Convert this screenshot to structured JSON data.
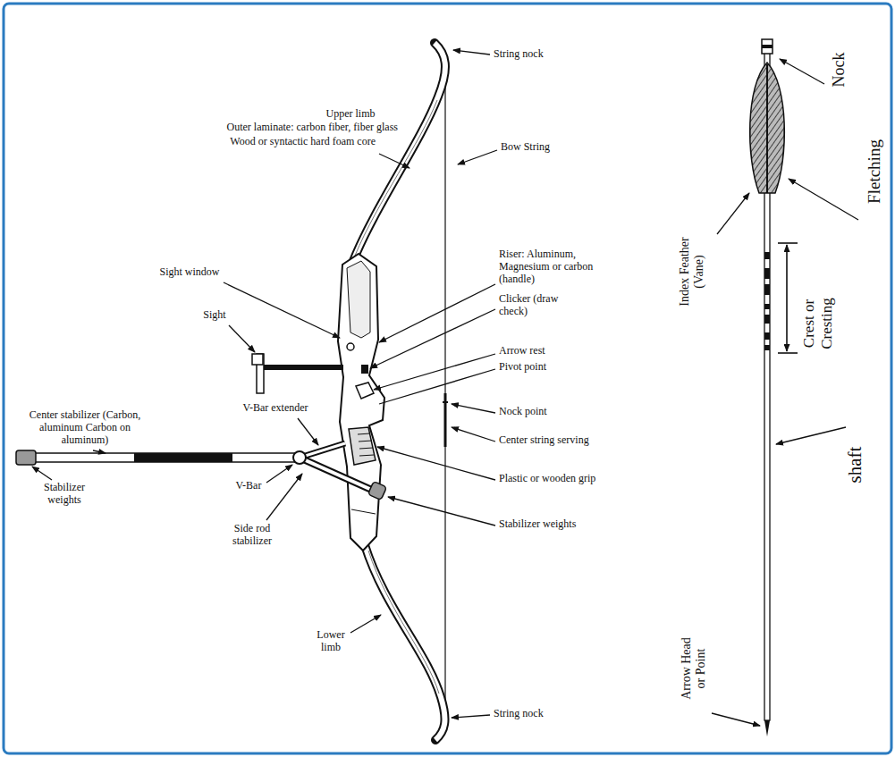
{
  "diagram": {
    "labels": [
      "String nock",
      "Upper limb",
      "Outer laminate: carbon fiber, fiber glass",
      "Wood or syntactic hard foam core",
      "Bow String",
      "Riser: Aluminum, Magnesium or carbon (handle)",
      "Sight window",
      "Sight",
      "Clicker (draw check)",
      "Arrow rest",
      "Pivot point",
      "Center stabilizer (Carbon, aluminum Carbon on aluminum)",
      "V-Bar extender",
      "Nock point",
      "Center string serving",
      "Plastic or wooden grip",
      "Stabilizer weights",
      "V-Bar",
      "Stabilizer weights",
      "Side rod stabilizer",
      "Lower limb",
      "String nock",
      "Nock",
      "Fletching",
      "Index Feather (Vane)",
      "Crest or Cresting",
      "shaft",
      "Arrow Head or Point"
    ]
  }
}
